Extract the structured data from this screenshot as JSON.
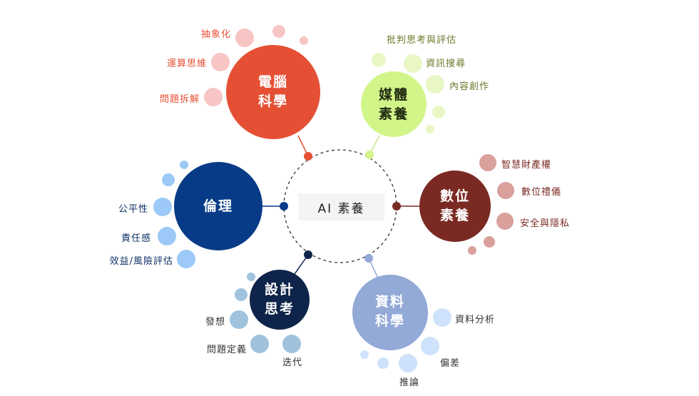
{
  "center": {
    "label": "AI 素養"
  },
  "hubs": [
    {
      "id": "cs",
      "title_line1": "電腦",
      "title_line2": "科學",
      "color": "#e55034",
      "text_color": "#e55034",
      "bubble_color": "#f8c5c5",
      "items": [
        "抽象化",
        "運算思維",
        "問題拆解"
      ]
    },
    {
      "id": "media",
      "title_line1": "媒體",
      "title_line2": "素養",
      "color": "#d2f58a",
      "text_color": "#6b7a2a",
      "bubble_color": "#e9f7c5",
      "items": [
        "批判思考與評估",
        "資訊搜尋",
        "內容創作"
      ]
    },
    {
      "id": "digital",
      "title_line1": "數位",
      "title_line2": "素養",
      "color": "#7a2a22",
      "text_color": "#7a2a22",
      "bubble_color": "#d9a09c",
      "items": [
        "智慧財產權",
        "數位禮儀",
        "安全與隱私"
      ]
    },
    {
      "id": "data",
      "title_line1": "資料",
      "title_line2": "科學",
      "color": "#93a9d6",
      "text_color": "#333333",
      "bubble_color": "#cfe2fb",
      "items": [
        "資料分析",
        "偏差",
        "推論"
      ]
    },
    {
      "id": "design",
      "title_line1": "設計",
      "title_line2": "思考",
      "color": "#0e244a",
      "text_color": "#333333",
      "bubble_color": "#9fc3dd",
      "items": [
        "發想",
        "問題定義",
        "迭代"
      ]
    },
    {
      "id": "ethics",
      "title_line1": "倫理",
      "title_line2": "",
      "color": "#073b87",
      "text_color": "#0d2f66",
      "bubble_color": "#9cc9f7",
      "items": [
        "公平性",
        "責任感",
        "效益/風險評估"
      ]
    }
  ]
}
